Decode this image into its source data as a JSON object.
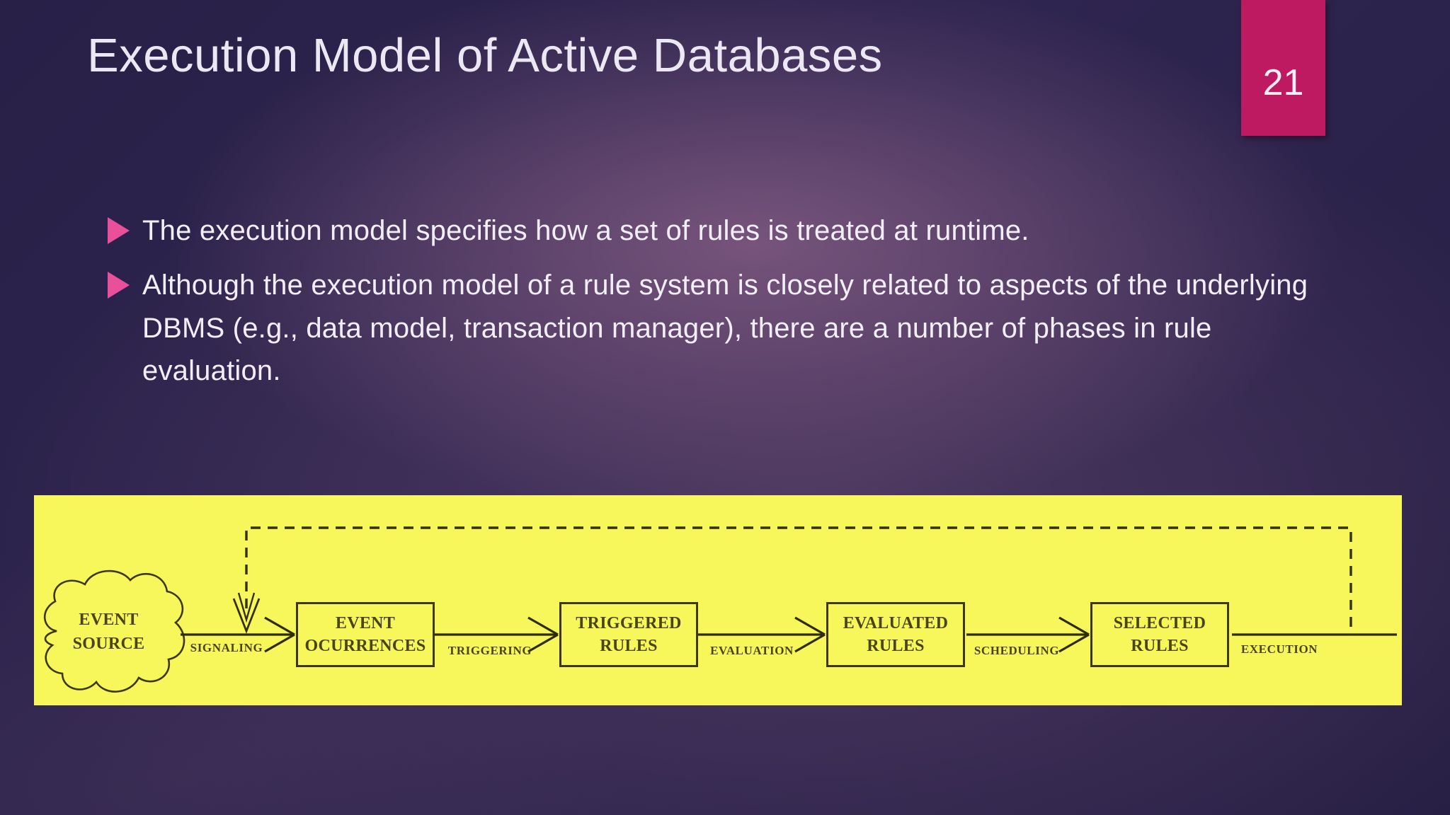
{
  "slide": {
    "title": "Execution Model of Active Databases",
    "page_number": "21",
    "bullets": [
      {
        "text": "The execution model specifies how a set of rules is treated at runtime."
      },
      {
        "text": "Although the execution model of a rule system is closely related to aspects of the underlying DBMS (e.g., data model, transaction manager), there are a number of phases in rule evaluation."
      }
    ]
  },
  "figure": {
    "event_source": {
      "label": "EVENT\nSOURCE"
    },
    "stages": [
      {
        "label": "EVENT\nOCURRENCES"
      },
      {
        "label": "TRIGGERED\nRULES"
      },
      {
        "label": "EVALUATED\nRULES"
      },
      {
        "label": "SELECTED\nRULES"
      }
    ],
    "transitions": [
      {
        "label": "SIGNALING"
      },
      {
        "label": "TRIGGERING"
      },
      {
        "label": "EVALUATION"
      },
      {
        "label": "SCHEDULING"
      },
      {
        "label": "EXECUTION"
      }
    ]
  },
  "colors": {
    "accent_pink": "#e8509a",
    "page_badge_pink": "#be1a62",
    "figure_background_yellow": "#f7f75c",
    "figure_ink": "#3d380f",
    "slide_background_base": "#2a2148",
    "slide_background_glow": "#7a567d",
    "body_text": "#f2eef7"
  }
}
